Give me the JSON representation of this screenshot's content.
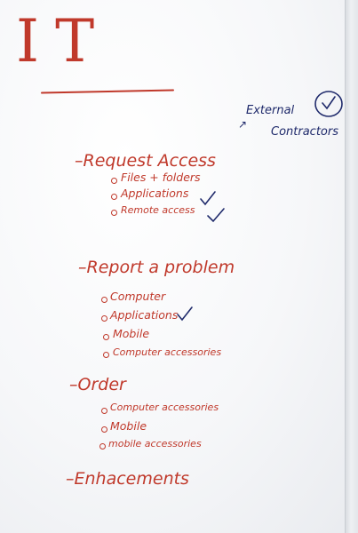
{
  "title": "IT",
  "side_note": {
    "line1": "External",
    "line2": "Contractors",
    "arrow": "↗"
  },
  "sections": [
    {
      "heading": "Request Access",
      "items": [
        "Files + folders",
        "Applications",
        "Remote access"
      ]
    },
    {
      "heading": "Report a problem",
      "items": [
        "Computer",
        "Applications",
        "Mobile",
        "Computer accessories"
      ]
    },
    {
      "heading": "Order",
      "items": [
        "Computer accessories",
        "Mobile",
        "mobile accessories"
      ]
    },
    {
      "heading": "Enhacements",
      "items": []
    }
  ],
  "colors": {
    "red_marker": "#c0392b",
    "blue_marker": "#1f2a6b",
    "board": "#f6f7f9"
  }
}
